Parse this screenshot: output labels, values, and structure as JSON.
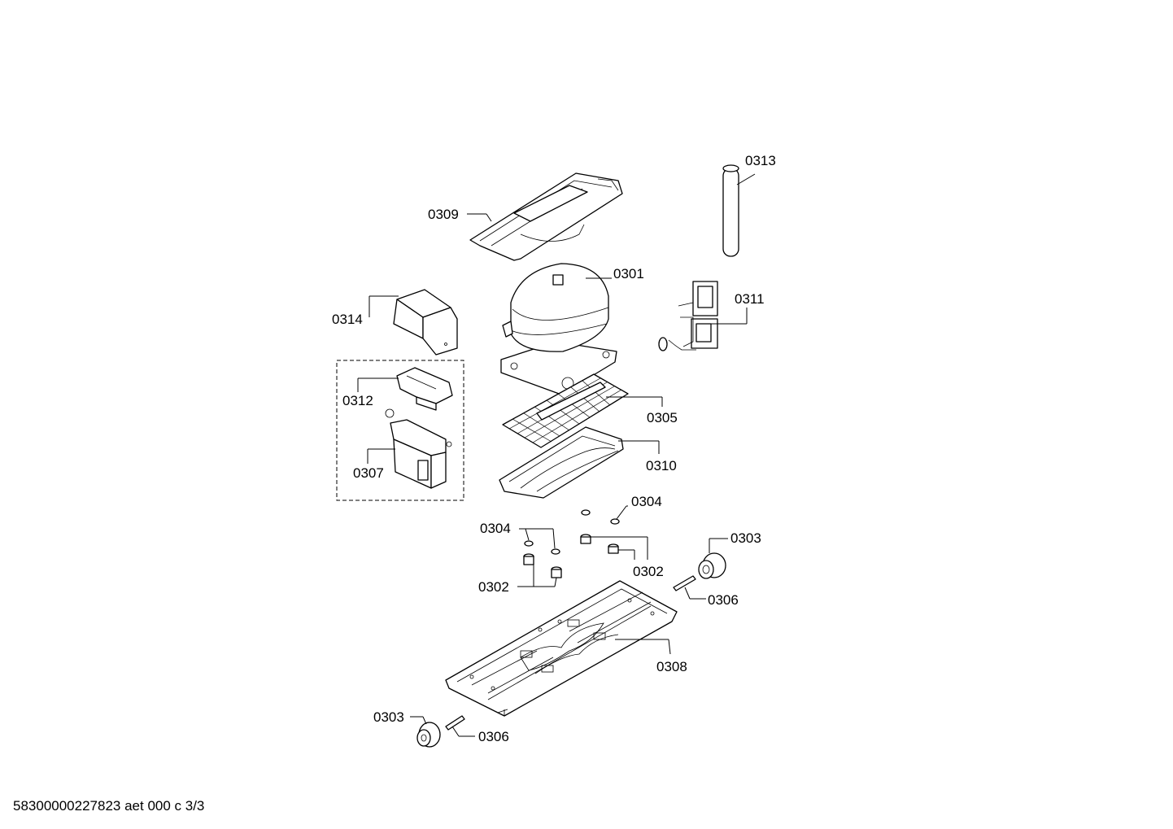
{
  "labels": {
    "p0301": "0301",
    "p0302a": "0302",
    "p0302b": "0302",
    "p0303a": "0303",
    "p0303b": "0303",
    "p0304a": "0304",
    "p0304b": "0304",
    "p0305": "0305",
    "p0306a": "0306",
    "p0306b": "0306",
    "p0307": "0307",
    "p0308": "0308",
    "p0309": "0309",
    "p0310": "0310",
    "p0311": "0311",
    "p0312": "0312",
    "p0313": "0313",
    "p0314": "0314"
  },
  "footer": {
    "document_code": "58300000227823 aet 000 c 3/3"
  }
}
